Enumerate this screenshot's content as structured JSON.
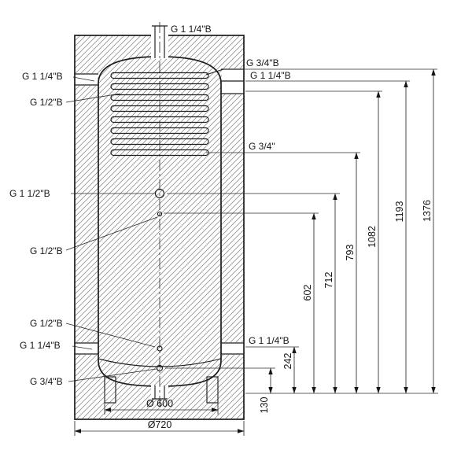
{
  "drawing": {
    "top_connection_label": "G 1 1/4\"B",
    "left_labels": [
      "G 1 1/4\"B",
      "G 1/2\"B",
      "G 1 1/2\"B",
      "G 1/2\"B",
      "G 1/2\"B",
      "G 1 1/4\"B",
      "G 3/4\"B"
    ],
    "right_labels": [
      "G 3/4\"B",
      "G 1 1/4\"B",
      "G 3/4\"",
      "G 1 1/4\"B"
    ],
    "vertical_dims": [
      "130",
      "242",
      "602",
      "712",
      "793",
      "1082",
      "1193",
      "1376"
    ],
    "diameter_dims": [
      "Ø 600",
      "Ø720"
    ]
  }
}
